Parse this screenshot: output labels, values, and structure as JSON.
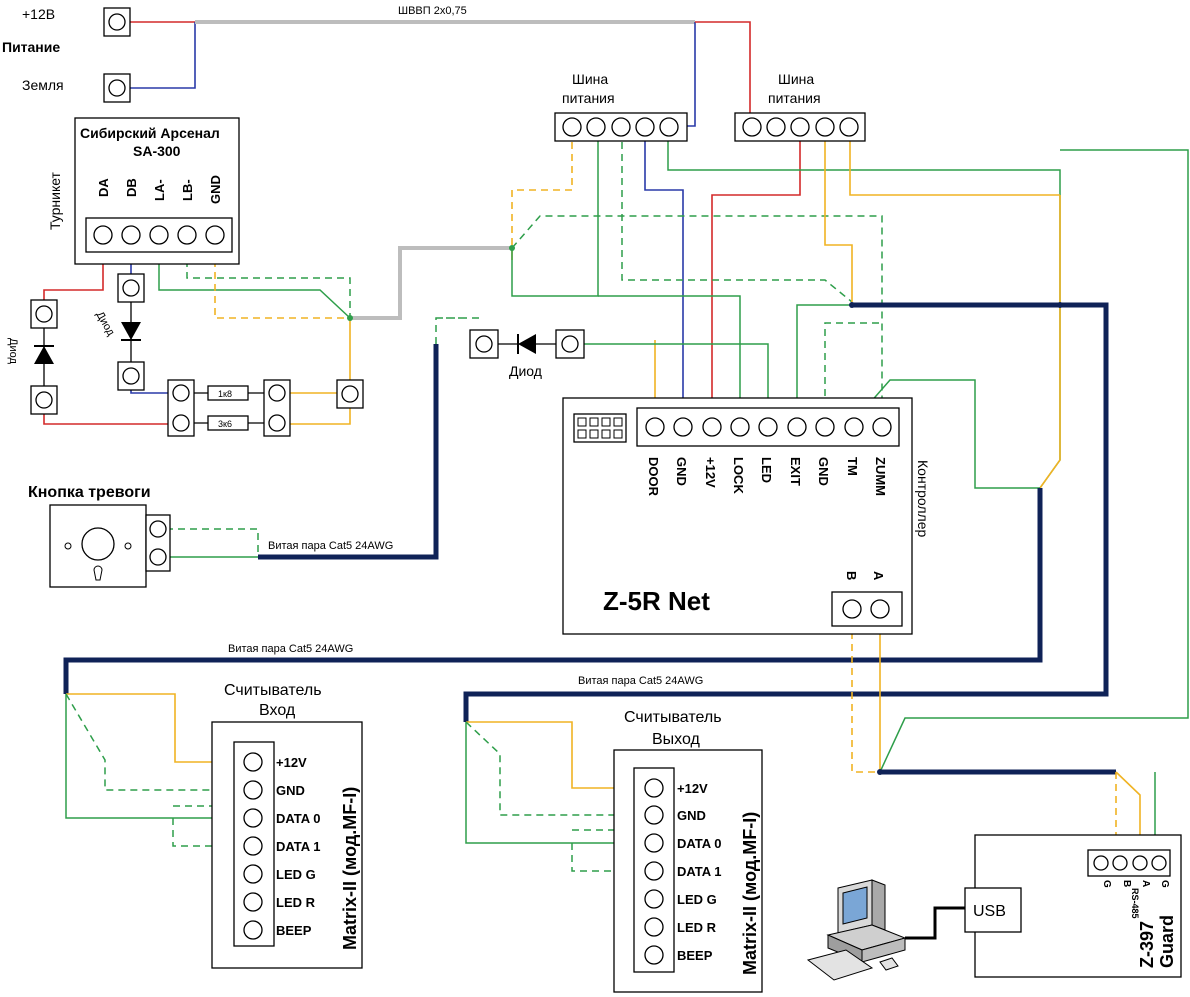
{
  "power": {
    "plus12": "+12В",
    "title": "Питание",
    "ground": "Земля",
    "cable": "ШВВП 2х0,75"
  },
  "bus_left": {
    "label_line1": "Шина",
    "label_line2": "питания"
  },
  "bus_right": {
    "label_line1": "Шина",
    "label_line2": "питания"
  },
  "turnstile": {
    "side_label": "Турникет",
    "brand": "Сибирский Арсенал",
    "model": "SA-300",
    "pins": [
      "DA",
      "DB",
      "LA-",
      "LB-",
      "GND"
    ]
  },
  "diodes": {
    "left": "Диод",
    "mid": "Диод",
    "center": "Диод"
  },
  "resistors": {
    "r1": "1к8",
    "r2": "3к6"
  },
  "alarm": {
    "title": "Кнопка тревоги",
    "cable": "Витая пара Cat5 24AWG"
  },
  "controller": {
    "side_label": "Контроллер",
    "model": "Z-5R Net",
    "pins": [
      "DOOR",
      "GND",
      "+12V",
      "LOCK",
      "LED",
      "EXIT",
      "GND",
      "TM",
      "ZUMM"
    ],
    "rs_pins": [
      "B",
      "A"
    ]
  },
  "cables": {
    "entry": "Витая пара Cat5 24AWG",
    "exit": "Витая пара Cat5 24AWG"
  },
  "reader_in": {
    "label_line1": "Считыватель",
    "label_line2": "Вход",
    "model": "Matrix-II (мод.MF-I)",
    "pins": [
      "+12V",
      "GND",
      "DATA 0",
      "DATA 1",
      "LED G",
      "LED R",
      "BEEP"
    ]
  },
  "reader_out": {
    "label_line1": "Считыватель",
    "label_line2": "Выход",
    "model": "Matrix-II (мод.MF-I)",
    "pins": [
      "+12V",
      "GND",
      "DATA 0",
      "DATA 1",
      "LED G",
      "LED R",
      "BEEP"
    ]
  },
  "converter": {
    "model_line1": "Z-397",
    "model_line2": "Guard",
    "usb": "USB",
    "rs_label": "RS-485",
    "pins": [
      "G",
      "A",
      "B",
      "G"
    ]
  },
  "colors": {
    "red": "#d42a2a",
    "blue": "#2a3aa8",
    "green": "#2e9e4a",
    "yellow": "#f0b323",
    "navy": "#0f2257",
    "gray": "#bdbdbd"
  }
}
